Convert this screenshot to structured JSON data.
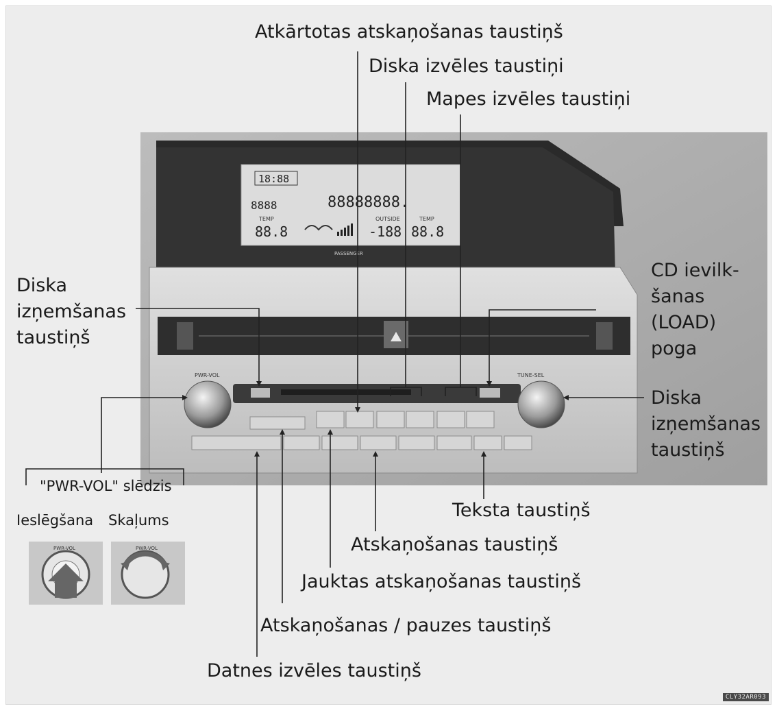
{
  "labels": {
    "repeat": "Atkārtotas atskaņošanas taustiņš",
    "disc_select": "Diska izvēles taustiņi",
    "folder_select": "Mapes izvēles taustiņi",
    "load_l1": "CD ievilk-",
    "load_l2": "šanas",
    "load_l3": "(LOAD)",
    "load_l4": "poga",
    "eject_left_l1": "Diska",
    "eject_left_l2": "izņemšanas",
    "eject_left_l3": "taustiņš",
    "eject_right_l1": "Diska",
    "eject_right_l2": "izņemšanas",
    "eject_right_l3": "taustiņš",
    "pwr_vol_switch": "\"PWR-VOL\" slēdzis",
    "power_on": "Ieslēgšana",
    "volume": "Skaļums",
    "text_button": "Teksta taustiņš",
    "scan_button": "Atskaņošanas taustiņš",
    "random_button": "Jauktas atskaņošanas taustiņš",
    "play_pause": "Atskaņošanas / pauzes taustiņš",
    "file_select": "Datnes izvēles taustiņš"
  },
  "unit": {
    "knob_left": "PWR-VOL",
    "knob_right": "TUNE-SEL",
    "lcd_clock": "18:88",
    "lcd_temp_left": "88.8",
    "lcd_temp_right": "88.8",
    "lcd_outside": "-188",
    "lcd_temp_label": "TEMP",
    "lcd_outside_label": "OUTSIDE",
    "lcd_segments": "8888",
    "lcd_big": "88888888.",
    "passenger": "PASSENGER",
    "inset_left": "PWR-VOL",
    "inset_right": "PWR-VOL"
  },
  "code": "CLY32AR093",
  "colors": {
    "panel": "#cfcfcf",
    "lcd_bg": "#dcdcdc",
    "screen": "#2a2a2a"
  }
}
